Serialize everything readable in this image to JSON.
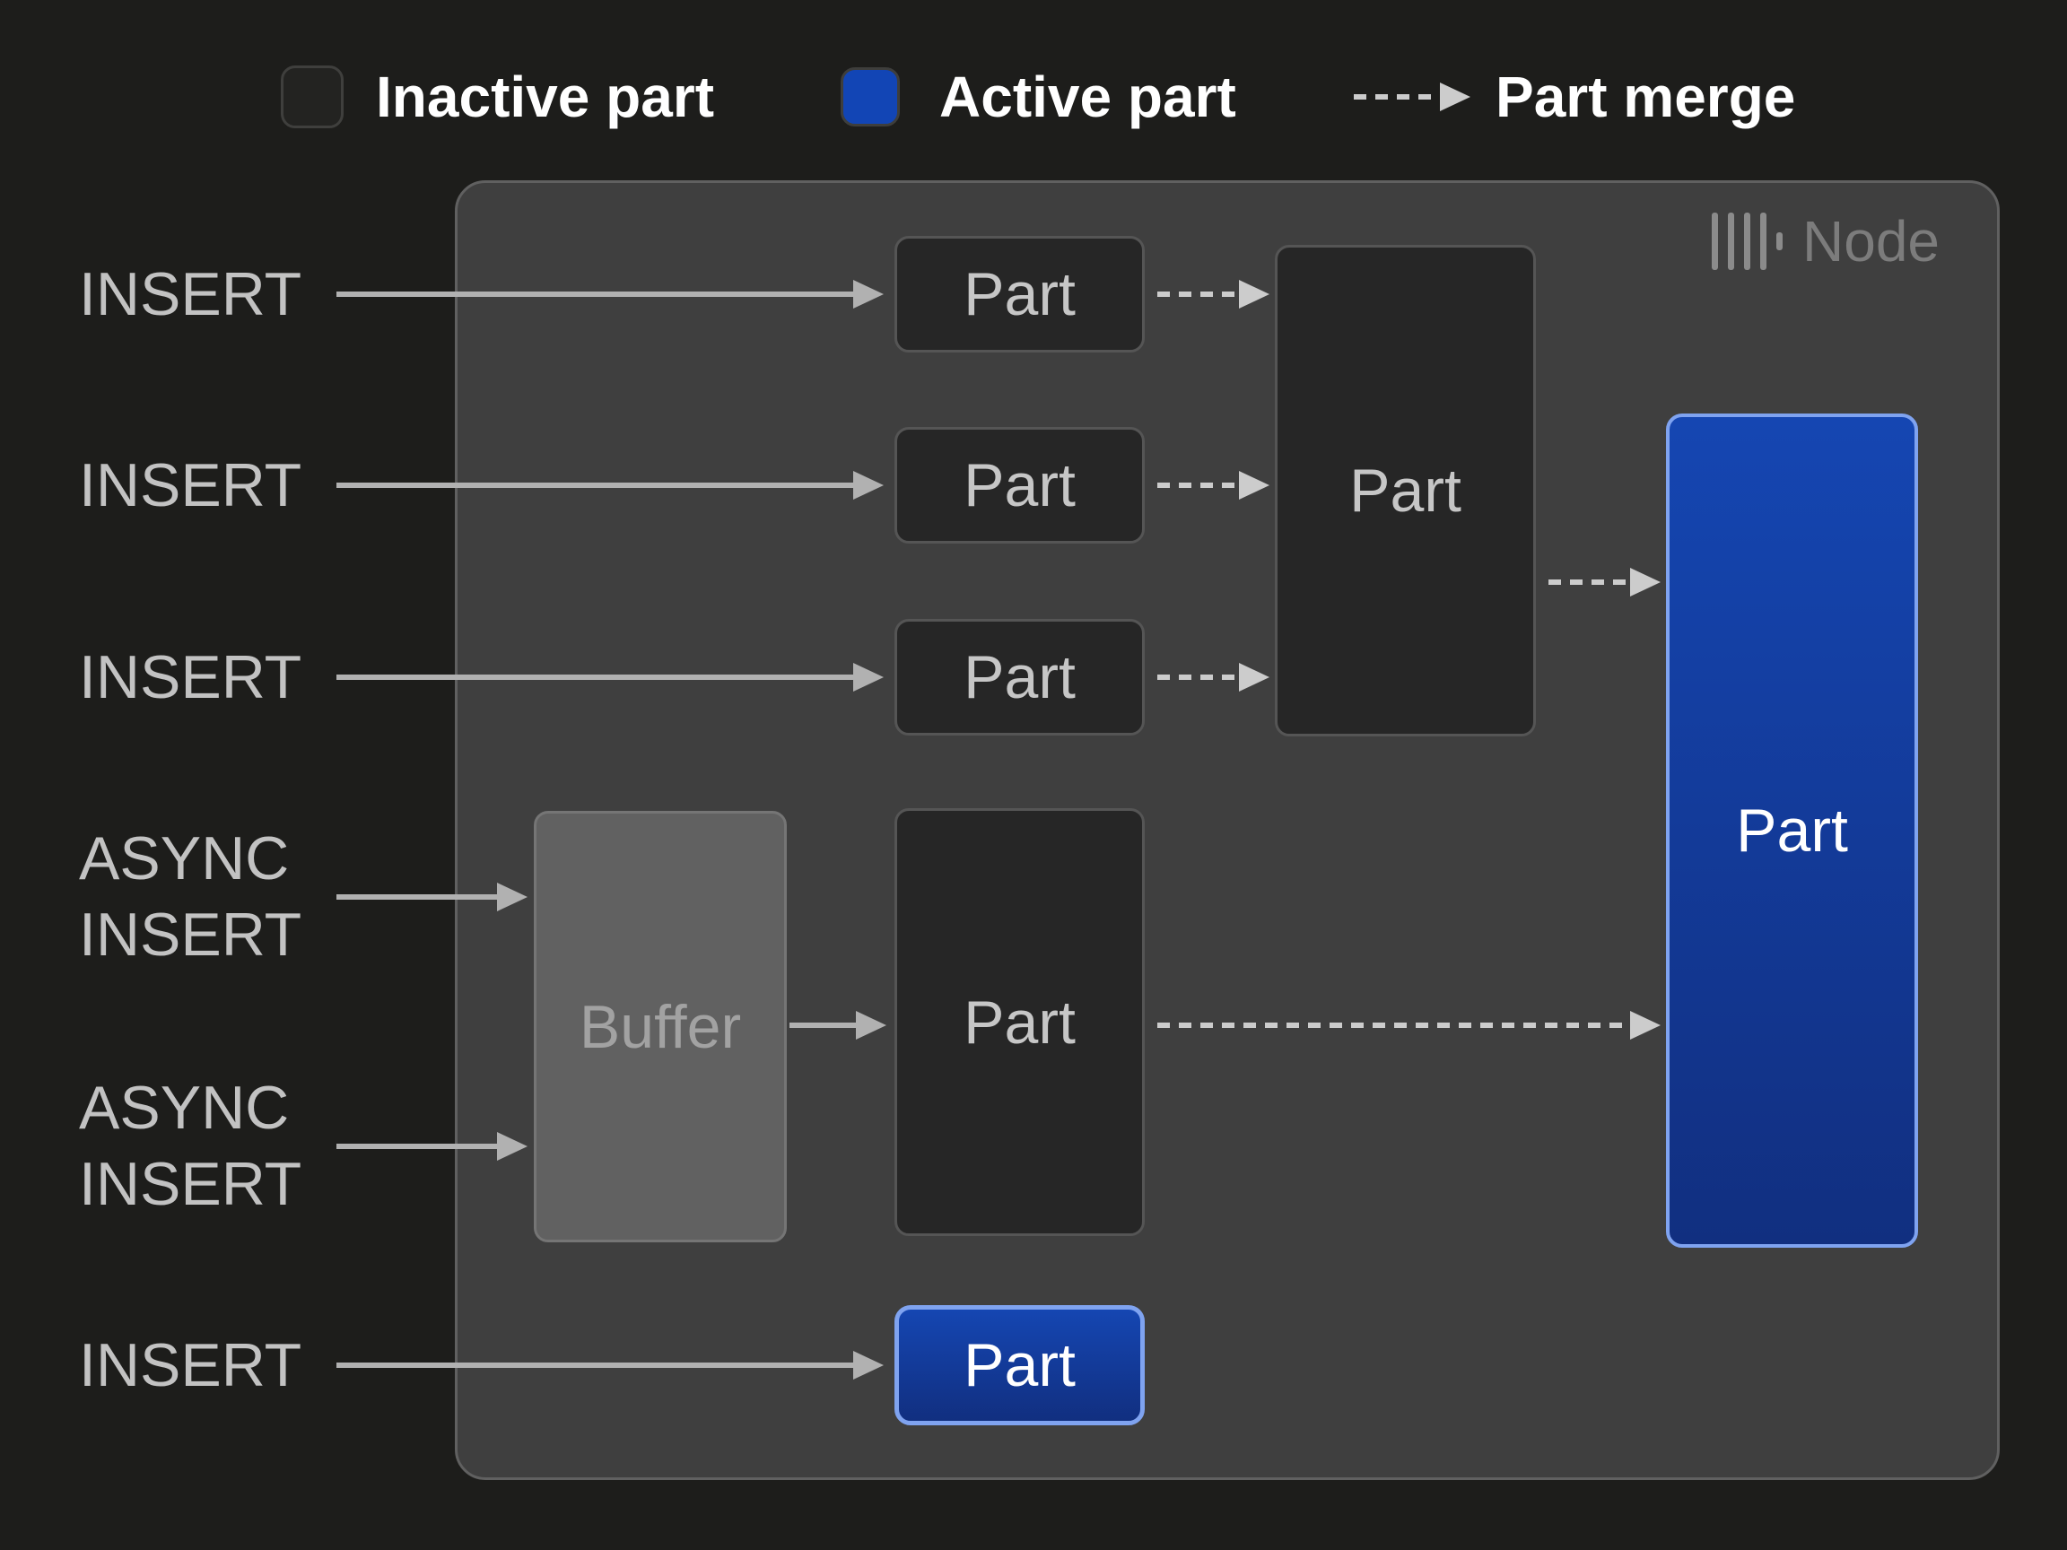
{
  "legend": {
    "items": [
      {
        "label": "Inactive part",
        "swatch": "inactive-part-swatch"
      },
      {
        "label": "Active part",
        "swatch": "active-part-swatch"
      },
      {
        "label": "Part merge",
        "swatch": "dashed-arrow-icon"
      }
    ]
  },
  "node": {
    "title": "Node",
    "icon": "clickhouse-bars-icon"
  },
  "inserts": [
    {
      "label": "INSERT"
    },
    {
      "label": "INSERT"
    },
    {
      "label": "INSERT"
    },
    {
      "label": "ASYNC INSERT"
    },
    {
      "label": "ASYNC INSERT"
    },
    {
      "label": "INSERT"
    }
  ],
  "parts": [
    {
      "id": "insert-part-1",
      "label": "Part",
      "state": "inactive"
    },
    {
      "id": "insert-part-2",
      "label": "Part",
      "state": "inactive"
    },
    {
      "id": "insert-part-3",
      "label": "Part",
      "state": "inactive"
    },
    {
      "id": "merged-part",
      "label": "Part",
      "state": "inactive"
    },
    {
      "id": "buffer",
      "label": "Buffer",
      "state": "buffer"
    },
    {
      "id": "buffered-part",
      "label": "Part",
      "state": "inactive"
    },
    {
      "id": "active-part",
      "label": "Part",
      "state": "active"
    },
    {
      "id": "bottom-active-part",
      "label": "Part",
      "state": "active"
    }
  ],
  "colors": {
    "background": "#1d1d1b",
    "node_fill": "#3f3f3f",
    "node_border": "#606060",
    "inactive_fill": "#262626",
    "inactive_border": "#555555",
    "buffer_fill": "#616161",
    "buffer_border": "#757575",
    "active_top": "#1546b2",
    "active_bottom": "#112f80",
    "active_border": "#7fa3f0",
    "legend_active": "#1245b5",
    "arrow_solid": "#b1b1b1",
    "arrow_dashed": "#cccccc",
    "text_bright": "#ffffff",
    "text_light": "#c6c6c6",
    "text_insert": "#c2c2c2",
    "text_buffer": "#a2a2a2",
    "text_muted": "#7c7c7c"
  }
}
